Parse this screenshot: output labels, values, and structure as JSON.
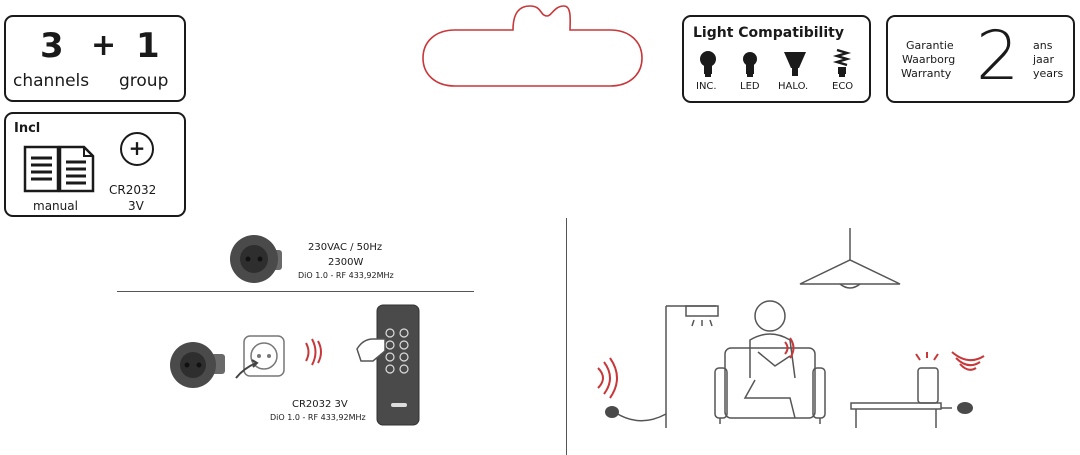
{
  "channels_box": {
    "number_channels": "3",
    "plus": "+",
    "number_group": "1",
    "label_channels": "channels",
    "label_group": "group"
  },
  "incl_box": {
    "title": "Incl",
    "manual_label": "manual",
    "battery_label_line1": "CR2032",
    "battery_label_line2": "3V",
    "plus_symbol": "+"
  },
  "compat_box": {
    "title": "Light Compatibility",
    "bulbs": [
      {
        "label": "INC.",
        "icon": "incandescent-bulb-icon"
      },
      {
        "label": "LED",
        "icon": "led-bulb-icon"
      },
      {
        "label": "HALO.",
        "icon": "halogen-bulb-icon"
      },
      {
        "label": "ECO",
        "icon": "eco-bulb-icon"
      }
    ]
  },
  "warranty_box": {
    "left_lines": [
      "Garantie",
      "Waarborg",
      "Warranty"
    ],
    "years": "2",
    "right_lines": [
      "ans",
      "jaar",
      "years"
    ]
  },
  "plug_spec": {
    "voltage": "230VAC / 50Hz",
    "power": "2300W",
    "protocol": "DiO 1.0 - RF 433,92MHz"
  },
  "remote_spec": {
    "battery": "CR2032 3V",
    "protocol": "DiO 1.0 - RF 433,92MHz"
  },
  "colors": {
    "accent": "#c8373a",
    "ink": "#1a1a1a",
    "device": "#4a4a4a",
    "line": "#555555"
  }
}
